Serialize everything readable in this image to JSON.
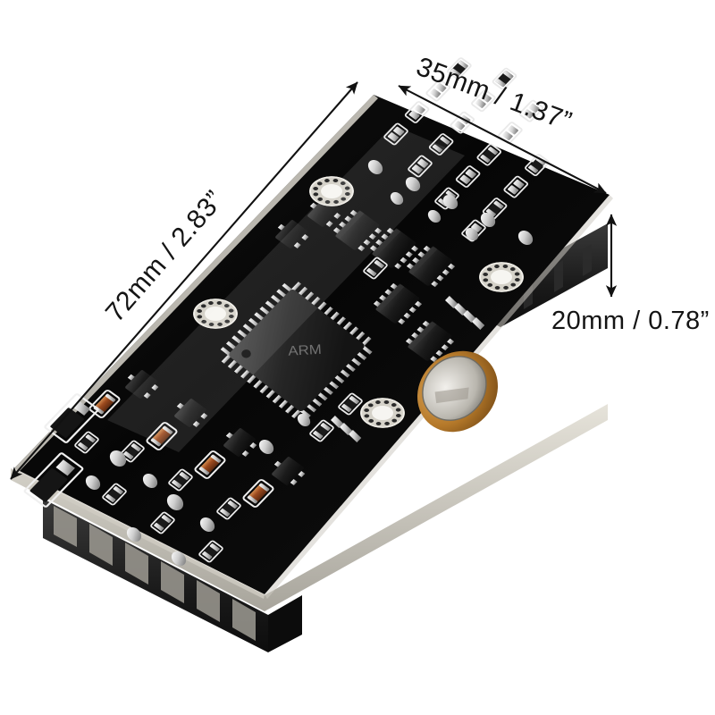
{
  "scene": {
    "kind": "product-photo",
    "subject": "pcb-module",
    "background_color": "#ffffff",
    "description_alt": "Angled photo of a black printed circuit board module with dimension callouts"
  },
  "dimensions": {
    "width": {
      "label": "35mm / 1.37”",
      "mm": 35,
      "inch": 1.37,
      "name": "board-width"
    },
    "length": {
      "label": "72mm / 2.83”",
      "mm": 72,
      "inch": 2.83,
      "name": "board-length"
    },
    "thickness": {
      "label": "20mm / 0.78”",
      "mm": 20,
      "inch": 0.78,
      "name": "board-height"
    }
  },
  "board": {
    "solder_mask_color": "#0a0a0a",
    "edge_color": "#c9c6bd",
    "pad_color": "#d8d8d8",
    "connector_color": "#1c1c1c",
    "ic_color": "#2a2a2a",
    "melf_color": "#a0562d",
    "battery_color": "#b5792a",
    "arrow_color": "#111111",
    "mounting_holes": 4,
    "main_ic_marking": "ARM"
  }
}
